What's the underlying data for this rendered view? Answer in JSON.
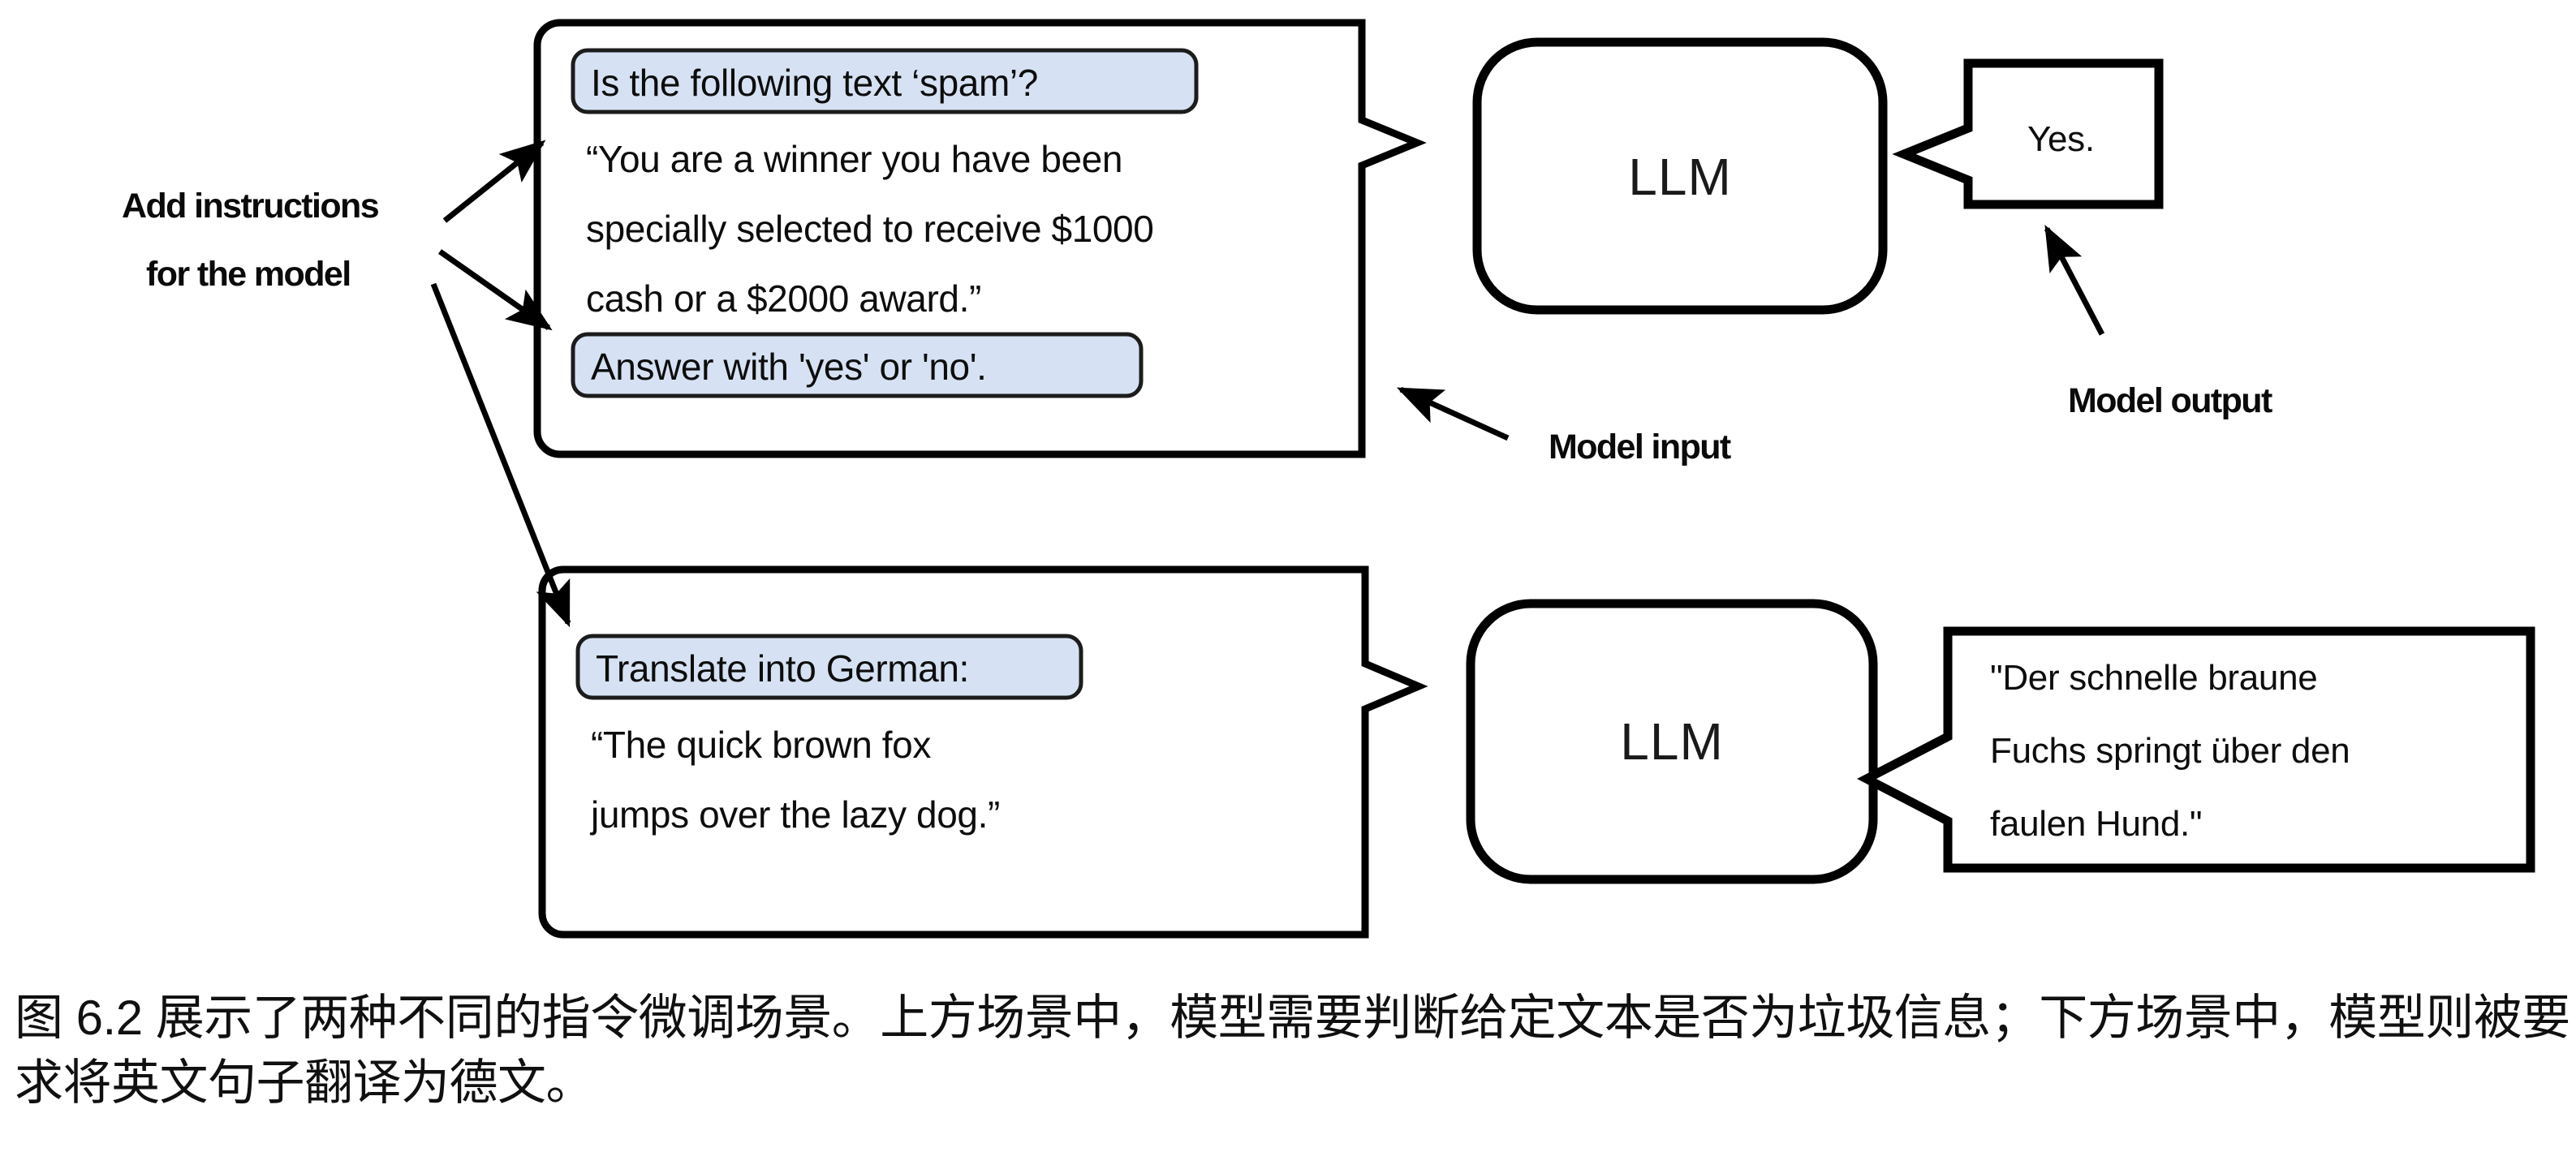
{
  "figure": {
    "top_scenario": {
      "input_box": {
        "instruction_chip_top": "Is the following text ‘spam’?",
        "body_lines": [
          "“You are a winner you have been",
          "specially selected to receive $1000",
          "cash or a $2000 award.”"
        ],
        "instruction_chip_bottom": "Answer with 'yes' or 'no'."
      },
      "model_label": "LLM",
      "output_bubble_lines": [
        "Yes."
      ]
    },
    "bottom_scenario": {
      "input_box": {
        "instruction_chip_top": "Translate into German:",
        "body_lines": [
          "“The quick brown fox",
          "jumps over the lazy dog.”"
        ]
      },
      "model_label": "LLM",
      "output_bubble_lines": [
        "\"Der schnelle braune",
        "Fuchs springt über den",
        "faulen Hund.\""
      ]
    },
    "annotations": {
      "add_instructions_line1": "Add instructions",
      "add_instructions_line2": "for the model",
      "model_input": "Model input",
      "model_output": "Model output"
    },
    "colors": {
      "chip_fill": "#d6e2f3",
      "chip_stroke": "#1a1a1a",
      "box_stroke": "#000000",
      "text": "#0d0d0d",
      "background": "#ffffff"
    }
  },
  "caption": {
    "text": "图 6.2 展示了两种不同的指令微调场景。上方场景中，模型需要判断给定文本是否为垃圾信息；下方场景中，模型则被要求将英文句子翻译为德文。"
  }
}
